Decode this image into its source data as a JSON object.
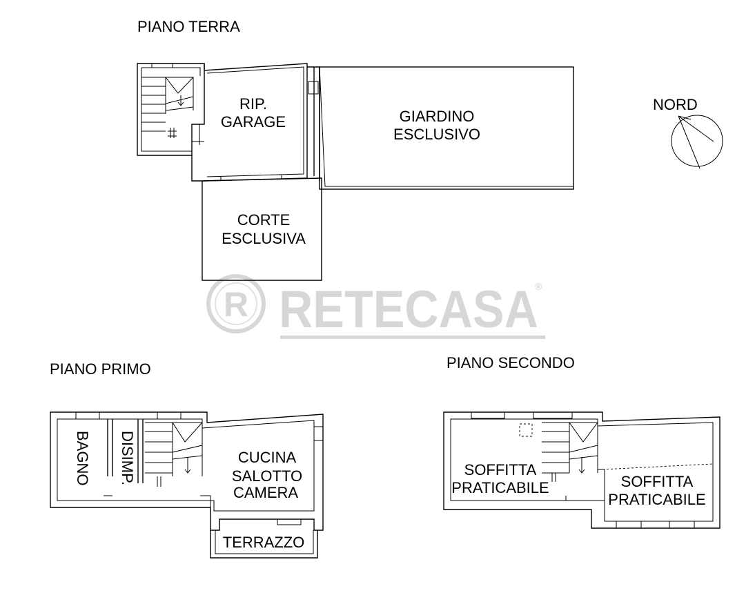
{
  "floors": {
    "ground": {
      "title": "PIANO TERRA",
      "rooms": {
        "garage_line1": "RIP.",
        "garage_line2": "GARAGE",
        "garden_line1": "GIARDINO",
        "garden_line2": "ESCLUSIVO",
        "court_line1": "CORTE",
        "court_line2": "ESCLUSIVA"
      }
    },
    "first": {
      "title": "PIANO PRIMO",
      "rooms": {
        "bath": "BAGNO",
        "hall": "DISIMP.",
        "living_line1": "CUCINA",
        "living_line2": "SALOTTO",
        "living_line3": "CAMERA",
        "terrace": "TERRAZZO"
      }
    },
    "second": {
      "title": "PIANO SECONDO",
      "rooms": {
        "attic_left_line1": "SOFFITTA",
        "attic_left_line2": "PRATICABILE",
        "attic_right_line1": "SOFFITTA",
        "attic_right_line2": "PRATICABILE"
      }
    }
  },
  "compass": {
    "label": "NORD"
  },
  "watermark": {
    "brand": "RETECASA",
    "registered": "®"
  }
}
